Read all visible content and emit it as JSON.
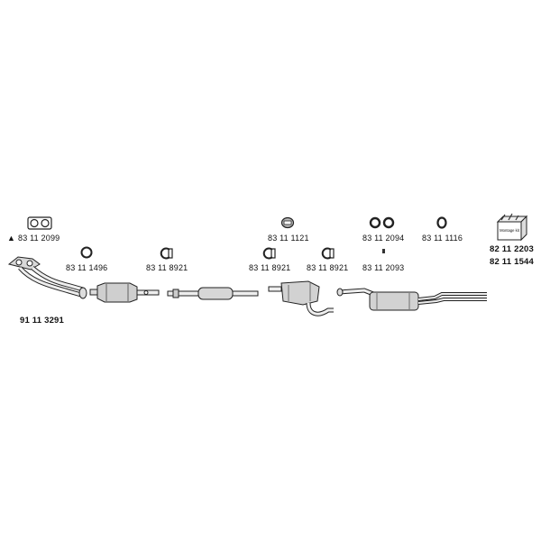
{
  "diagram": {
    "parts": [
      {
        "name": "gasket-flange",
        "number": "83 11 2099",
        "has_warning": true
      },
      {
        "name": "front-pipe-manifold",
        "number": "91 11 3291"
      },
      {
        "name": "ring-gasket",
        "number": "83 11 1496"
      },
      {
        "name": "clamp-catalyst",
        "number": "83 11 8921"
      },
      {
        "name": "rubber-hanger",
        "number": "83 11 1121"
      },
      {
        "name": "clamp-middle",
        "number": "83 11 8921"
      },
      {
        "name": "clamp-rear",
        "number": "83 11 8921"
      },
      {
        "name": "mount-pair",
        "number": "83 11 2094"
      },
      {
        "name": "small-fitting",
        "number": "83 11 2093"
      },
      {
        "name": "rubber-ring",
        "number": "83 11 1116"
      },
      {
        "name": "montage-kit",
        "numbers": [
          "82 11 2203",
          "82 11 1544"
        ],
        "box_text": "Montage kit"
      }
    ],
    "warning_symbol": "▲"
  }
}
